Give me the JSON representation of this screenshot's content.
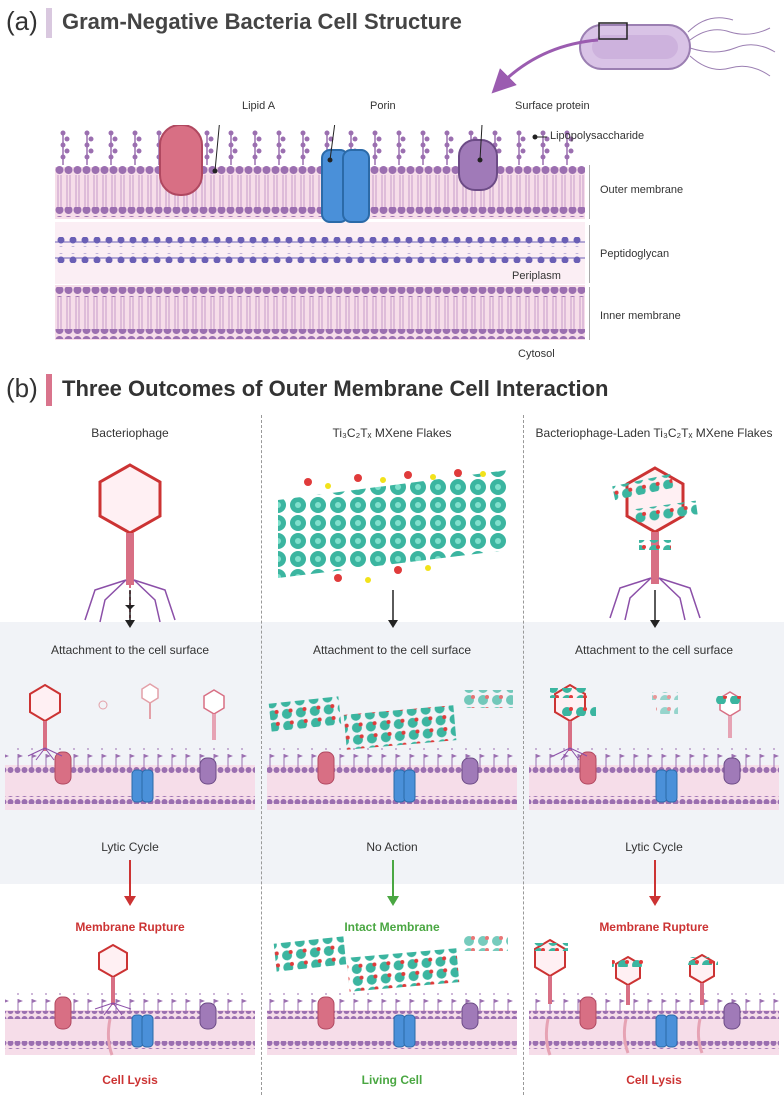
{
  "panel_a": {
    "letter": "(a)",
    "title": "Gram-Negative Bacteria Cell Structure",
    "labels": {
      "lipid_a": "Lipid A",
      "porin": "Porin",
      "surface_protein": "Surface protein",
      "lps": "Lipopolysaccharide",
      "outer_membrane": "Outer membrane",
      "peptidoglycan": "Peptidoglycan",
      "periplasm": "Periplasm",
      "inner_membrane": "Inner membrane",
      "cytosol": "Cytosol"
    }
  },
  "panel_b": {
    "letter": "(b)",
    "title": "Three Outcomes of Outer Membrane Cell Interaction",
    "columns": [
      {
        "title": "Bacteriophage",
        "step1": "Attachment to the cell surface",
        "step2": "Lytic Cycle",
        "result": "Membrane Rupture",
        "outcome": "Cell Lysis"
      },
      {
        "title": "Ti₃C₂Tₓ MXene Flakes",
        "step1": "Attachment to the cell surface",
        "step2": "No Action",
        "result": "Intact Membrane",
        "outcome": "Living Cell"
      },
      {
        "title": "Bacteriophage-Laden Ti₃C₂Tₓ MXene Flakes",
        "step1": "Attachment to the cell surface",
        "step2": "Lytic Cycle",
        "result": "Membrane Rupture",
        "outcome": "Cell Lysis"
      }
    ]
  },
  "colors": {
    "lipid": "#a07ab8",
    "membrane_bg": "#f6dde9",
    "lipid_a_protein": "#d86f84",
    "porin": "#4a90d9",
    "surface_protein": "#a07ab8",
    "phage": "#cc3333",
    "mxene": "#3bb5a0",
    "rupture": "#cc3333",
    "intact": "#4aa742"
  }
}
